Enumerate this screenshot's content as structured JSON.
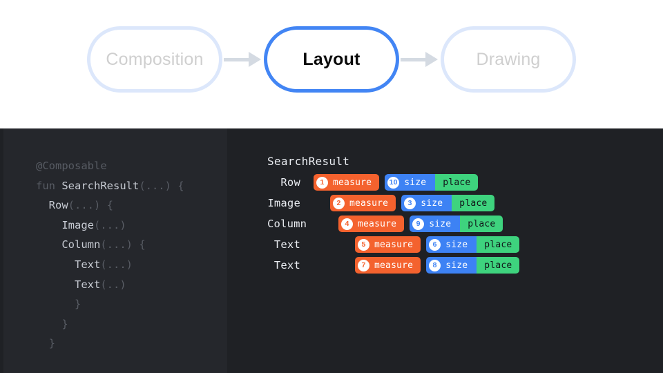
{
  "phases": {
    "items": [
      {
        "label": "Composition",
        "state": "inactive"
      },
      {
        "label": "Layout",
        "state": "active"
      },
      {
        "label": "Drawing",
        "state": "inactive"
      }
    ],
    "arrow_color": "#d4dae2",
    "active_color": "#4285f4",
    "inactive_border_color": "#dce7fb",
    "inactive_text_color": "#cfcfcf"
  },
  "code": {
    "lines": [
      {
        "indent": 0,
        "parts": [
          {
            "t": "@Composable",
            "k": "dim"
          }
        ]
      },
      {
        "indent": 0,
        "parts": [
          {
            "t": "fun ",
            "k": "dim"
          },
          {
            "t": "SearchResult",
            "k": "id"
          },
          {
            "t": "(...) {",
            "k": "dim"
          }
        ]
      },
      {
        "indent": 1,
        "parts": [
          {
            "t": "Row",
            "k": "id"
          },
          {
            "t": "(...) {",
            "k": "dim"
          }
        ]
      },
      {
        "indent": 2,
        "parts": [
          {
            "t": "Image",
            "k": "id"
          },
          {
            "t": "(...)",
            "k": "dim"
          }
        ]
      },
      {
        "indent": 2,
        "parts": [
          {
            "t": "Column",
            "k": "id"
          },
          {
            "t": "(...) {",
            "k": "dim"
          }
        ]
      },
      {
        "indent": 3,
        "parts": [
          {
            "t": "Text",
            "k": "id"
          },
          {
            "t": "(...)",
            "k": "dim"
          }
        ]
      },
      {
        "indent": 3,
        "parts": [
          {
            "t": "Text",
            "k": "id"
          },
          {
            "t": "(..)",
            "k": "dim"
          }
        ]
      },
      {
        "indent": 3,
        "parts": [
          {
            "t": "}",
            "k": "dim"
          }
        ]
      },
      {
        "indent": 2,
        "parts": [
          {
            "t": "}",
            "k": "dim"
          }
        ]
      },
      {
        "indent": 1,
        "parts": [
          {
            "t": "}",
            "k": "dim"
          }
        ]
      }
    ],
    "identifier_color": "#c6cad2",
    "punctuation_color": "#595d65",
    "panel_color": "#25272c"
  },
  "tree": {
    "title": "SearchResult",
    "measure_label": "measure",
    "size_label": "size",
    "place_label": "place",
    "measure_color": "#f4622e",
    "size_color": "#3d82f4",
    "place_color": "#3ed37e",
    "rows": [
      {
        "label": "Row",
        "indent": 0,
        "measure_step": "1",
        "size_step": "10"
      },
      {
        "label": "Image",
        "indent": 24,
        "measure_step": "2",
        "size_step": "3"
      },
      {
        "label": "Column",
        "indent": 36,
        "measure_step": "4",
        "size_step": "9"
      },
      {
        "label": "Text",
        "indent": 60,
        "measure_step": "5",
        "size_step": "6"
      },
      {
        "label": "Text",
        "indent": 60,
        "measure_step": "7",
        "size_step": "8"
      }
    ]
  },
  "background": {
    "top": "#ffffff",
    "bottom": "#1f2125"
  }
}
